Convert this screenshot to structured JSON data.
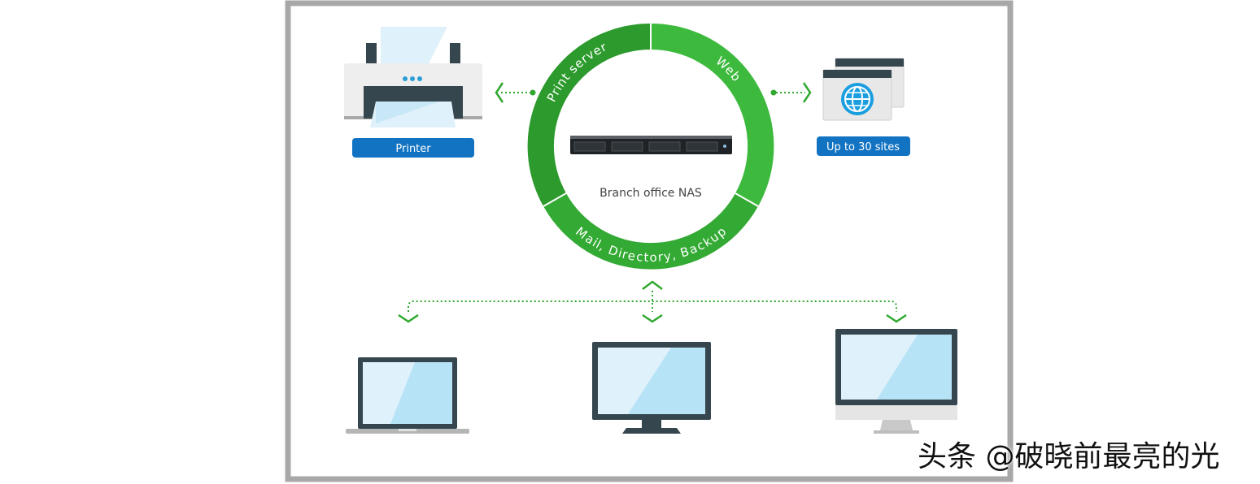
{
  "ring": {
    "segments": [
      {
        "label": "Print server",
        "color": "#2c9a2c"
      },
      {
        "label": "Web",
        "color": "#3dba3d"
      },
      {
        "label": "Mail, Directory, Backup",
        "color": "#33aa33"
      }
    ]
  },
  "center": {
    "label": "Branch office NAS"
  },
  "printer": {
    "label": "Printer",
    "icon": "printer-icon"
  },
  "web": {
    "label": "Up to 30 sites",
    "icon": "globe-icon"
  },
  "clients": [
    {
      "icon": "laptop-icon"
    },
    {
      "icon": "monitor-icon"
    },
    {
      "icon": "desktop-icon"
    }
  ],
  "colors": {
    "accent_blue": "#1273c2",
    "frame": "#a8a8a8",
    "device_dark": "#36464f",
    "screen": "#b7e3f6",
    "connector": "#2fa82f"
  },
  "watermark": "头条 @破晓前最亮的光"
}
